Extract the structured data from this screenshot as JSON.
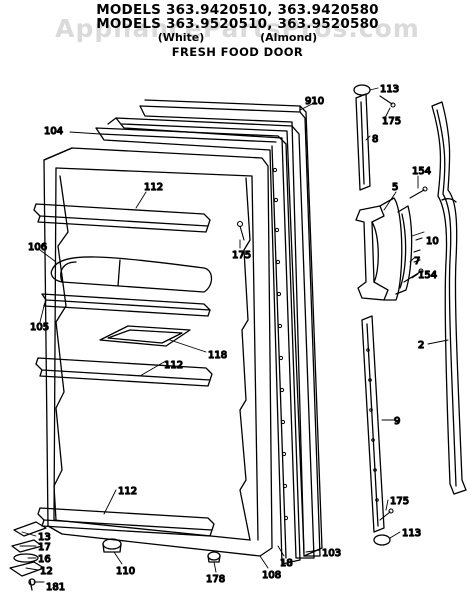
{
  "header": {
    "line1": "MODELS 363.9420510, 363.9420580",
    "line2": "MODELS 363.9520510, 363.9520580",
    "finish_white": "(White)",
    "finish_almond": "(Almond)",
    "subtitle": "FRESH FOOD DOOR"
  },
  "watermark": "AppliancePartsPros.com",
  "parts": {
    "p910": "910",
    "p104": "104",
    "p113a": "113",
    "p175a": "175",
    "p8": "8",
    "p112a": "112",
    "p5": "5",
    "p154a": "154",
    "p106": "106",
    "p175b": "175",
    "p10": "10",
    "p7": "7",
    "p154b": "154",
    "p105": "105",
    "p118": "118",
    "p112b": "112",
    "p2": "2",
    "p9": "9",
    "p112c": "112",
    "p175c": "175",
    "p113b": "113",
    "p13": "13",
    "p17": "17",
    "p16": "16",
    "p12": "12",
    "p110": "110",
    "p178": "178",
    "p108": "108",
    "p18": "18",
    "p103": "103",
    "p181": "181"
  }
}
